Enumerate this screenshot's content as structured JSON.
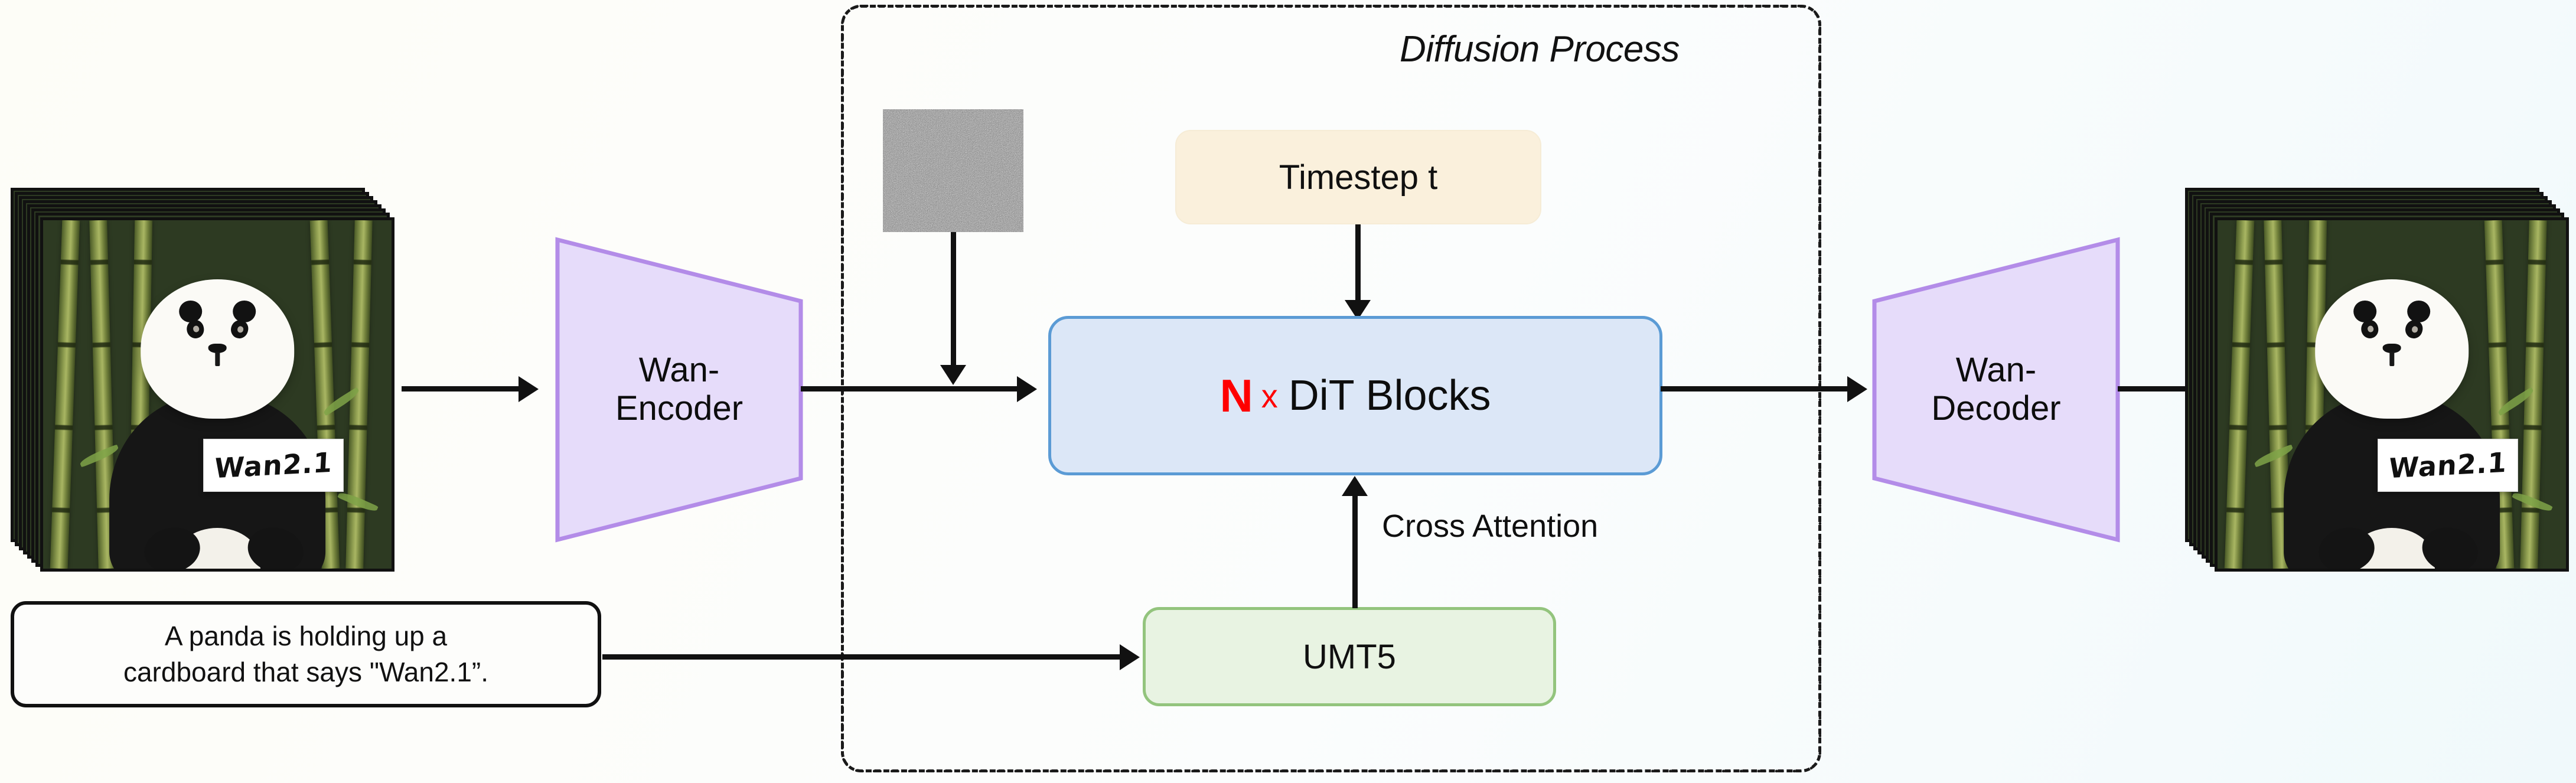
{
  "diagram": {
    "title": "Wan2.1 diffusion video generation pipeline",
    "background_gradient": [
      "#fdfdf7",
      "#f0f9fb"
    ]
  },
  "diffusion": {
    "label": "Diffusion Process",
    "border_color": "#1a1a1a",
    "border_style": "dash-dot"
  },
  "input_frames": {
    "name": "Input video frames",
    "sign_text": "Wan2.1",
    "frame_count": 8
  },
  "output_frames": {
    "name": "Output video frames",
    "sign_text": "Wan2.1",
    "frame_count": 8
  },
  "encoder": {
    "line1": "Wan-",
    "line2": "Encoder",
    "fill": "#e6dcfa",
    "stroke": "#b38ce8"
  },
  "decoder": {
    "line1": "Wan-",
    "line2": "Decoder",
    "fill": "#e6dcfa",
    "stroke": "#b38ce8"
  },
  "noise": {
    "name": "gaussian-noise-latent"
  },
  "timestep": {
    "label": "Timestep t",
    "fill": "#faf0dc"
  },
  "dit": {
    "n": "N",
    "x": "x",
    "label": "DiT Blocks",
    "n_color": "#ff0000",
    "fill": "#dce7f7",
    "stroke": "#5b9bd5"
  },
  "umt5": {
    "label": "UMT5",
    "fill": "#e8f3e2",
    "stroke": "#93c47d"
  },
  "cross_attention": {
    "label": "Cross Attention"
  },
  "prompt": {
    "line1": "A panda is holding up a",
    "line2": "cardboard that says \"Wan2.1”."
  }
}
